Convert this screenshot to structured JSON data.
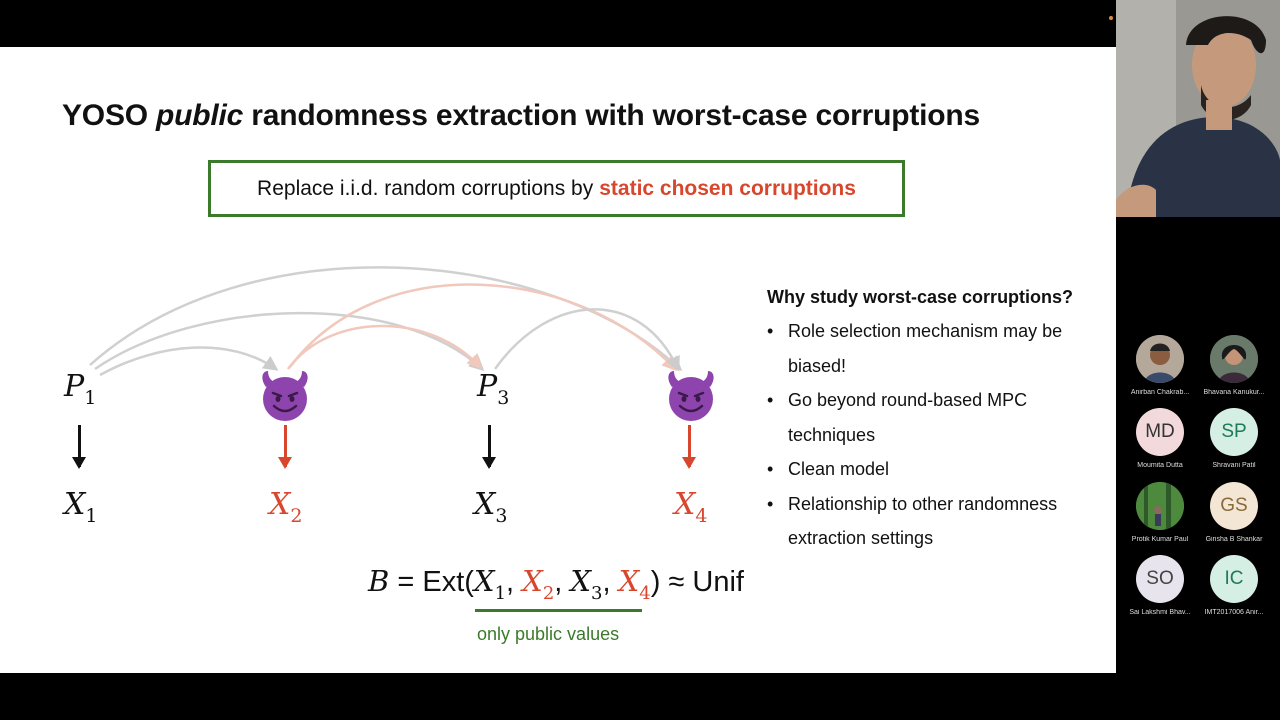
{
  "slide": {
    "title_part1": "YOSO ",
    "title_italic": "public",
    "title_part2": " randomness extraction with worst-case corruptions",
    "banner_text": "Replace i.i.d. random corruptions by",
    "banner_highlight": "static chosen corruptions",
    "parties": [
      {
        "label": "P",
        "sub": "1",
        "corrupted": false
      },
      {
        "label": "😈",
        "corrupted": true
      },
      {
        "label": "P",
        "sub": "3",
        "corrupted": false
      },
      {
        "label": "😈",
        "corrupted": true
      }
    ],
    "outputs": [
      {
        "label": "X",
        "sub": "1",
        "corrupted": false
      },
      {
        "label": "X",
        "sub": "2",
        "corrupted": true
      },
      {
        "label": "X",
        "sub": "3",
        "corrupted": false
      },
      {
        "label": "X",
        "sub": "4",
        "corrupted": true
      }
    ],
    "formula": {
      "lhs": "B",
      "eq": " = Ext(",
      "x1": "X",
      "x1_sub": "1",
      "x2": "X",
      "x2_sub": "2",
      "x3": "X",
      "x3_sub": "3",
      "x4": "X",
      "x4_sub": "4",
      "sep": ", ",
      "rhs": ") ≈ Unif"
    },
    "underline_label": "only public values",
    "why": {
      "title": "Why study worst-case corruptions?",
      "bullets": [
        "Role selection mechanism may be biased!",
        "Go beyond round-based MPC techniques",
        "Clean model",
        "Relationship to other randomness extraction settings"
      ]
    }
  },
  "participants": [
    {
      "name": "Anirban Chakrab...",
      "initials": "",
      "photo": true,
      "color": "#7a6a5a"
    },
    {
      "name": "Bhavana Kanukur...",
      "initials": "",
      "photo": true,
      "color": "#5a6a5a"
    },
    {
      "name": "Moumita Dutta",
      "initials": "MD",
      "photo": false,
      "color": "#f1d9dc"
    },
    {
      "name": "Shravani Patil",
      "initials": "SP",
      "photo": false,
      "color": "#d6efe4"
    },
    {
      "name": "Protik Kumar Paul",
      "initials": "",
      "photo": true,
      "color": "#3f7a3a"
    },
    {
      "name": "Girisha B Shankar",
      "initials": "GS",
      "photo": false,
      "color": "#f4e6d4"
    },
    {
      "name": "Sai Lakshmi Bhav...",
      "initials": "SO",
      "photo": false,
      "color": "#e8e4ee"
    },
    {
      "name": "IMT2017006 Anir...",
      "initials": "IC",
      "photo": false,
      "color": "#d6efe4"
    }
  ],
  "colors": {
    "accent_red": "#d8472d",
    "accent_green": "#3b7a2b"
  }
}
